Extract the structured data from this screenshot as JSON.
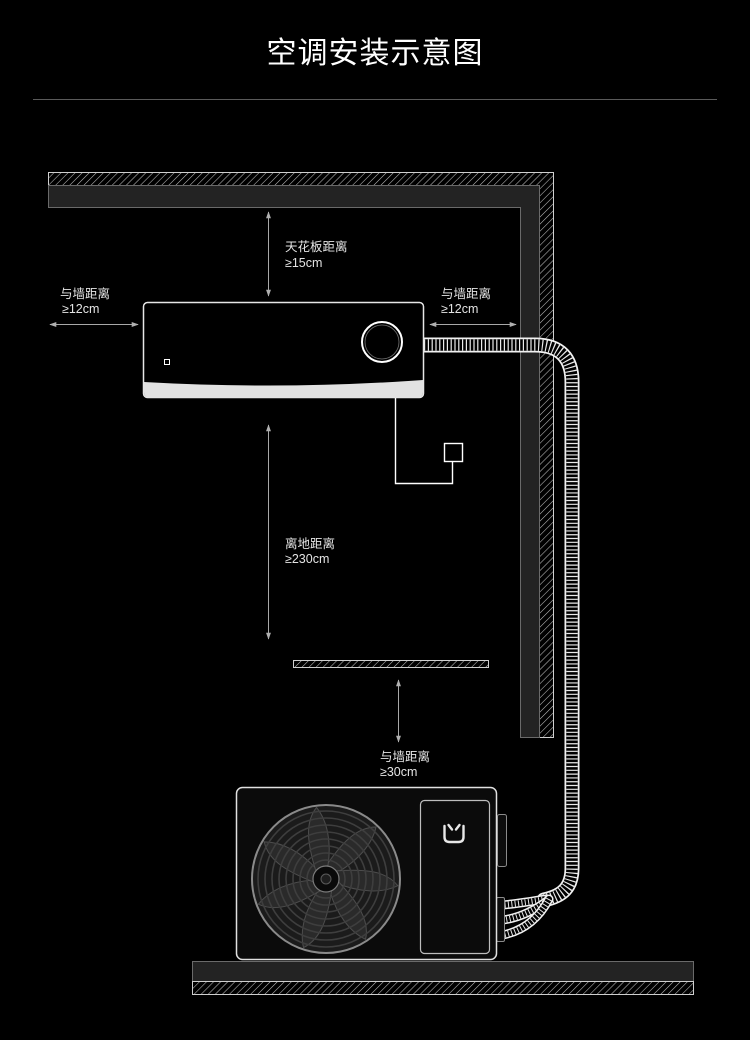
{
  "title": "空调安装示意图",
  "labels": {
    "ceiling": {
      "name": "天花板距离",
      "value": "≥15cm"
    },
    "left_wall": {
      "name": "与墙距离",
      "value": "≥12cm"
    },
    "right_wall": {
      "name": "与墙距离",
      "value": "≥12cm"
    },
    "floor": {
      "name": "离地距离",
      "value": "≥230cm"
    },
    "outdoor_wall": {
      "name": "与墙距离",
      "value": "≥30cm"
    }
  },
  "icons": {
    "outdoor_brand_logo": "mi-home-logo-icon",
    "indoor_display": "display-ring-icon",
    "power_socket": "socket-icon"
  },
  "colors": {
    "background": "#000000",
    "line": "#ffffff",
    "wall_fill": "#232323",
    "arrow": "#a8a8a8"
  }
}
